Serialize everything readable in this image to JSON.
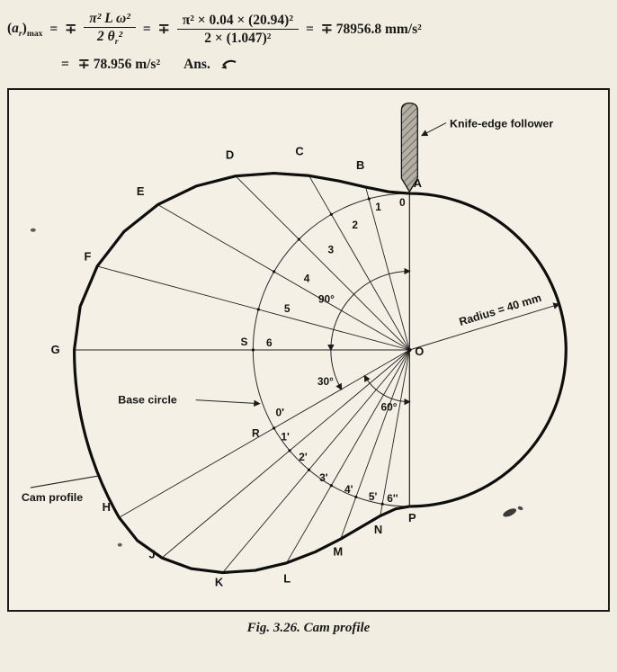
{
  "equation": {
    "lhs": {
      "p1": "(",
      "a": "a",
      "r": "r",
      "p2": ")",
      "max": "max"
    },
    "eq": "=",
    "mp": "∓",
    "frac1": {
      "num": "π² L ω²",
      "den1": "2 θ",
      "den_sub": "r",
      "den2": "²"
    },
    "frac2": {
      "num": "π² × 0.04 × (20.94)²",
      "den": "2 × (1.047)²"
    },
    "result_mm": "∓ 78956.8 mm/s²",
    "result_m": "∓ 78.956 m/s²",
    "ans": "Ans."
  },
  "figure": {
    "labels": {
      "follower": "Knife-edge follower",
      "radius": "Radius = 40 mm",
      "base_circle": "Base circle",
      "cam_profile": "Cam profile",
      "center": "O"
    },
    "angles": {
      "rise": "90°",
      "dwell": "30°",
      "return": "60°"
    },
    "rise_points": [
      "A",
      "B",
      "C",
      "D",
      "E",
      "F",
      "G"
    ],
    "return_points": [
      "H",
      "J",
      "K",
      "L",
      "M",
      "N",
      "P"
    ],
    "base_rise": [
      "0",
      "1",
      "2",
      "3",
      "4",
      "5",
      "6"
    ],
    "base_return": [
      "0'",
      "1'",
      "2'",
      "3'",
      "4'",
      "5'",
      "6''"
    ],
    "aux_points": {
      "s": "S",
      "r": "R"
    }
  },
  "caption": "Fig. 3.26. Cam profile"
}
